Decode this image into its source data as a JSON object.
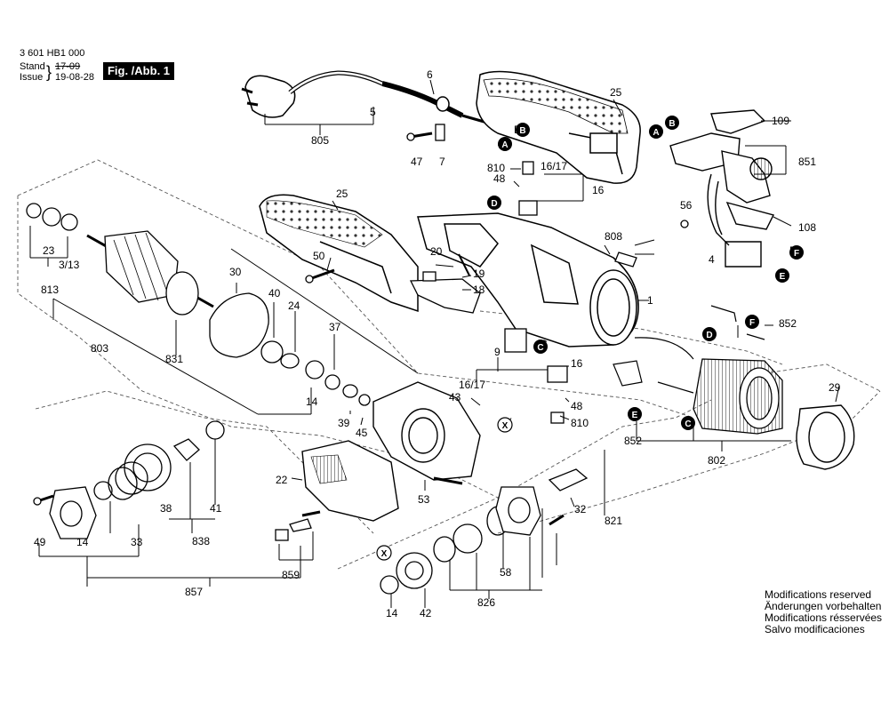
{
  "header": {
    "part_number": "3 601 HB1 000",
    "stand_label": "Stand",
    "issue_label": "Issue",
    "stand_date_old": "17-09",
    "issue_date": "19-08-28",
    "figure_label": "Fig. /Abb. 1"
  },
  "modifications": [
    "Modifications reserved",
    "Änderungen vorbehalten",
    "Modifications résservées",
    "Salvo modificaciones"
  ],
  "part_labels": [
    "6",
    "5",
    "805",
    "25",
    "109",
    "B",
    "A",
    "47",
    "7",
    "810",
    "48",
    "16/17",
    "16",
    "851",
    "56",
    "108",
    "D",
    "F",
    "E",
    "4",
    "808",
    "25",
    "50",
    "20",
    "19",
    "18",
    "1",
    "852",
    "23",
    "3/13",
    "813",
    "803",
    "30",
    "40",
    "24",
    "37",
    "831",
    "9",
    "16/17",
    "16",
    "48",
    "810",
    "C",
    "43",
    "X",
    "39",
    "45",
    "14",
    "22",
    "53",
    "29",
    "802",
    "852",
    "38",
    "41",
    "49",
    "14",
    "33",
    "838",
    "32",
    "821",
    "859",
    "857",
    "58",
    "826",
    "42",
    "14"
  ],
  "badge_labels": [
    "A",
    "B",
    "C",
    "D",
    "E",
    "F",
    "X"
  ]
}
